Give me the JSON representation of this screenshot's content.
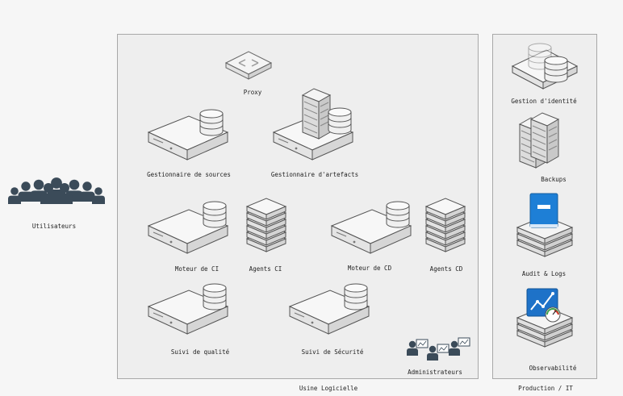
{
  "colors": {
    "group_fill": "#eeeeee",
    "group_border": "#a8a8a8",
    "device_fill": "#f2f2f2",
    "device_stroke": "#555555",
    "users": "#3b4b59",
    "book": "#1e7fd6",
    "monitor": "#1e72c8"
  },
  "external": {
    "users_label": "Utilisateurs",
    "users_icon": "users-icon"
  },
  "factory": {
    "label": "Usine Logicielle",
    "nodes": {
      "proxy": "Proxy",
      "source_manager": "Gestionnaire de sources",
      "artifact_manager": "Gestionnaire d'artefacts",
      "ci_engine": "Moteur de CI",
      "ci_agents": "Agents CI",
      "cd_engine": "Moteur de CD",
      "cd_agents": "Agents CD",
      "quality": "Suivi de qualité",
      "security": "Suivi de Sécurité",
      "admins": "Administrateurs"
    }
  },
  "production": {
    "label": "Production / IT",
    "nodes": {
      "identity": "Gestion d'identité",
      "backups": "Backups",
      "audit": "Audit & Logs",
      "observability": "Observabilité"
    }
  }
}
